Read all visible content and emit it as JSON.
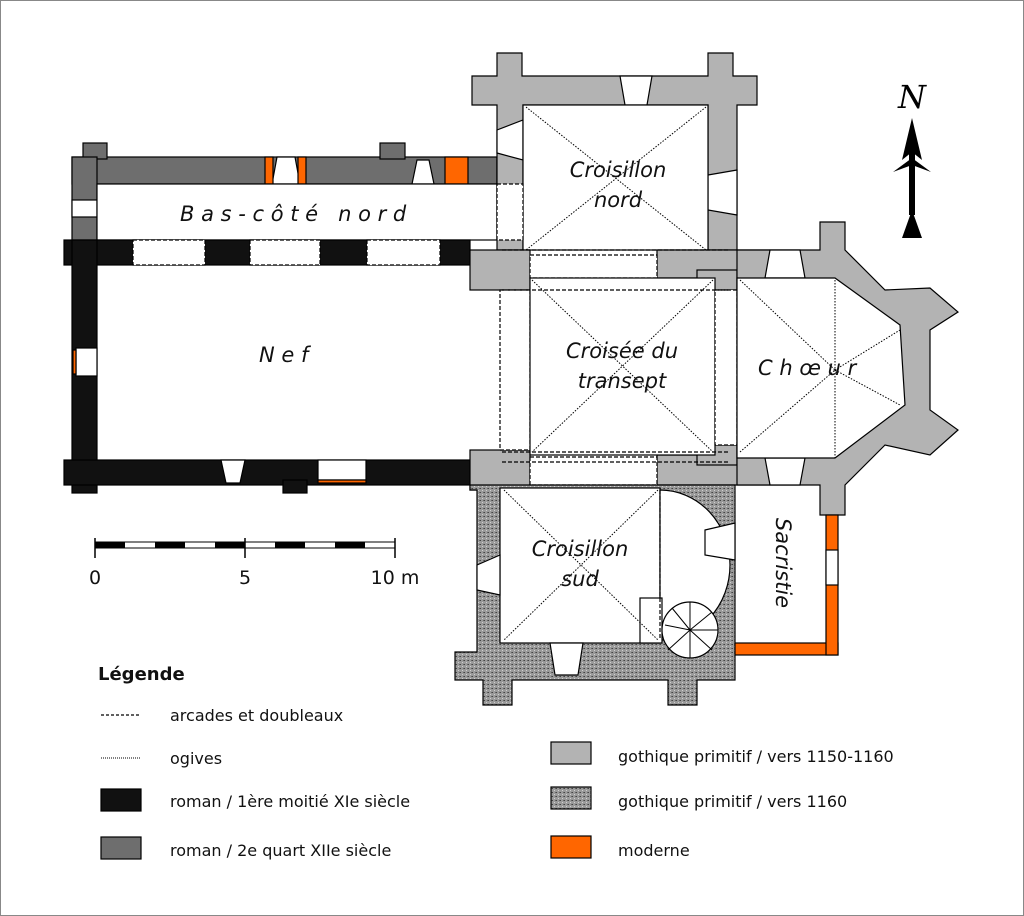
{
  "rooms": {
    "bas_cote_nord": "B a s - c ô t é   n o r d",
    "nef": "N e f",
    "croisillon_nord": [
      "Croisillon",
      "nord"
    ],
    "croisee": [
      "Croisée du",
      "transept"
    ],
    "choeur": "C h œ u r",
    "croisillon_sud": [
      "Croisillon",
      "sud"
    ],
    "sacristie": "Sacristie"
  },
  "north_label": "N",
  "scale": {
    "ticks": [
      "0",
      "5",
      "10 m"
    ]
  },
  "legend": {
    "title": "Légende",
    "items": [
      {
        "label": "arcades et doubleaux",
        "symbol": "dashed-line"
      },
      {
        "label": "ogives",
        "symbol": "dotted-line"
      },
      {
        "label": "roman / 1ère moitié XIe siècle",
        "color": "#111111"
      },
      {
        "label": "roman / 2e quart XIIe siècle",
        "color": "#6e6e6e"
      },
      {
        "label": "gothique primitif / vers 1150-1160",
        "color": "#b3b3b3"
      },
      {
        "label": "gothique primitif / vers 1160",
        "color": "stippled"
      },
      {
        "label": "moderne",
        "color": "#ff6600"
      }
    ]
  }
}
